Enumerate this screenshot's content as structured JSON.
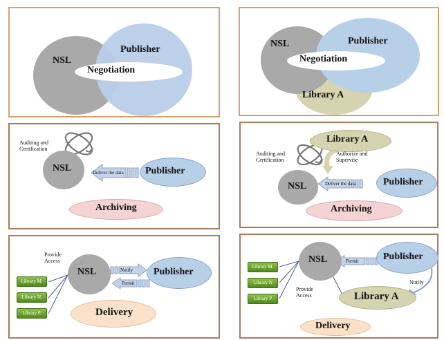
{
  "colors": {
    "panel_border_orange": "#d9a06d",
    "panel_border_brown": "#a87a5a",
    "nsl_fill": "#a9a9a9",
    "publisher_fill": "#b8cfe8",
    "library_a_fill": "#d5d3b0",
    "archiving_fill": "#f3d3d3",
    "delivery_fill": "#fbe1c9",
    "arrow_fill": "#c4d3ea",
    "library_box_fill": "#6aa533"
  },
  "icons": [
    "refresh-cycle-icon",
    "curved-arrow-icon"
  ],
  "panels": {
    "p1": {
      "nsl": "NSL",
      "publisher": "Publisher",
      "negotiation": "Negotiation"
    },
    "p2": {
      "nsl": "NSL",
      "publisher": "Publisher",
      "negotiation": "Negotiation",
      "library_a": "Library A"
    },
    "p3": {
      "auditing": "Auditing and Certification",
      "nsl": "NSL",
      "deliver": "Deliver the data",
      "publisher": "Publisher",
      "archiving": "Archiving"
    },
    "p4": {
      "library_a": "Library A",
      "auditing": "Auditing and Certification",
      "authorize": "Authorize and Supervise",
      "nsl": "NSL",
      "deliver": "Deliver the data",
      "publisher": "Publisher",
      "archiving": "Archiving"
    },
    "p5": {
      "provide_access": "Provide Access",
      "nsl": "NSL",
      "notify": "Notify",
      "permit": "Permit",
      "publisher": "Publisher",
      "delivery": "Delivery",
      "libraries": [
        "Library M.",
        "Library N.",
        "Library P."
      ]
    },
    "p6": {
      "nsl": "NSL",
      "permit": "Permit",
      "publisher": "Publisher",
      "provide_access": "Provide Access",
      "notify": "Notify",
      "library_a": "Library A",
      "delivery": "Delivery",
      "libraries": [
        "Library M.",
        "Library N",
        "Library P"
      ]
    }
  }
}
